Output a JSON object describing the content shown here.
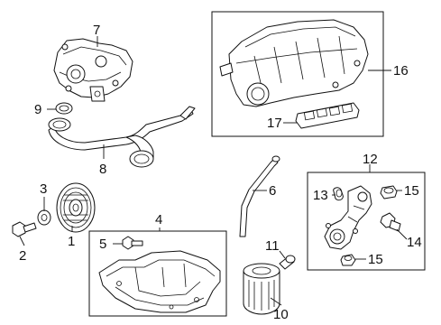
{
  "callouts": [
    "1",
    "2",
    "3",
    "4",
    "5",
    "6",
    "7",
    "8",
    "9",
    "10",
    "11",
    "12",
    "13",
    "14",
    "15",
    "15",
    "16",
    "17"
  ]
}
